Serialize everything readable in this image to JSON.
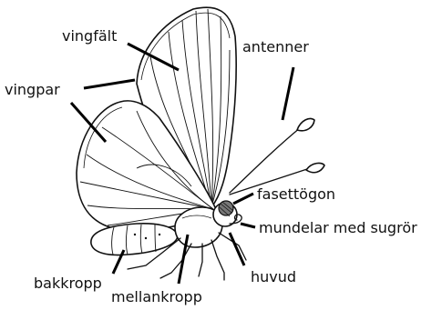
{
  "diagram": {
    "labels": {
      "vingfalt": "vingfält",
      "vingpar": "vingpar",
      "antenner": "antenner",
      "fasettogon": "fasettögon",
      "mundelar": "mundelar med sugrör",
      "huvud": "huvud",
      "bakkropp": "bakkropp",
      "mellankropp": "mellankropp"
    }
  }
}
